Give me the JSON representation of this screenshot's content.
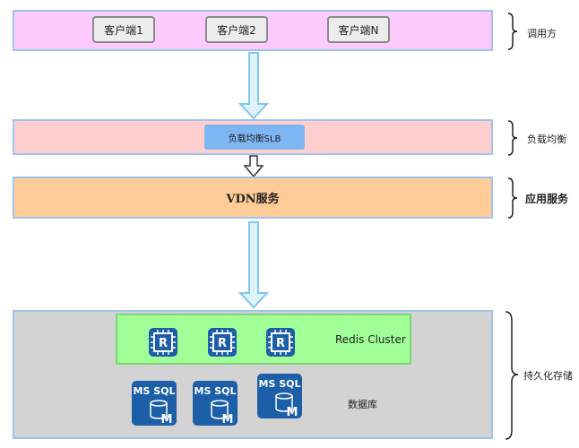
{
  "layers": {
    "caller": {
      "clients": [
        "客户端1",
        "客户端2",
        "客户端N"
      ],
      "brace_label": "调用方"
    },
    "load_balance": {
      "slb_label": "负载均衡SLB",
      "brace_label": "负载均衡"
    },
    "app": {
      "service_label": "VDN服务",
      "brace_label": "应用服务"
    },
    "persistence": {
      "redis_label": "Redis Cluster",
      "redis_icon_letter": "R",
      "db_label": "数据库",
      "mssql_text": "MS SQL",
      "mssql_letter": "M",
      "brace_label": "持久化存储"
    }
  },
  "colors": {
    "caller_bg": "#fccafc",
    "lb_bg": "#ffcfcf",
    "app_bg": "#ffcb96",
    "persist_bg": "#d3d3d3",
    "redis_bg": "#a0ff96",
    "slb_bg": "#7eb6f4",
    "arrow_fill": "#dff3fb",
    "arrow_stroke": "#7fc7ee",
    "icon_blue": "#1c5fa8"
  }
}
